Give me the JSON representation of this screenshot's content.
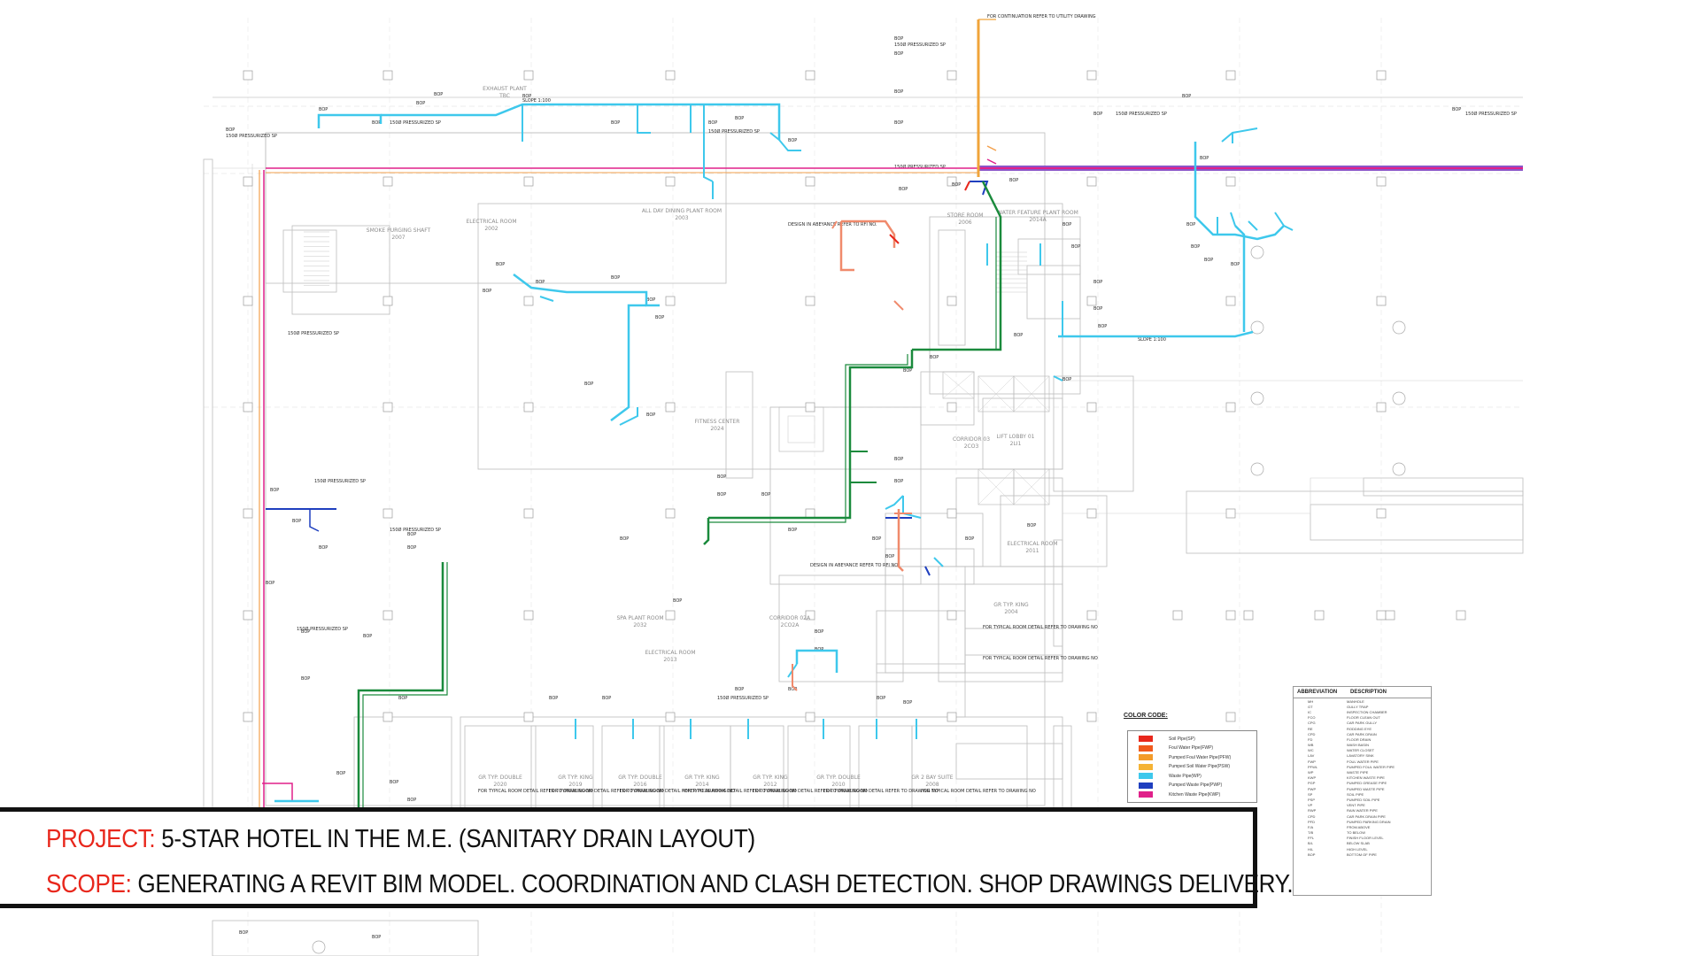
{
  "caption": {
    "project_label": "PROJECT:",
    "project_value": "5-STAR HOTEL IN THE M.E. (SANITARY DRAIN LAYOUT)",
    "scope_label": "SCOPE:",
    "scope_value": "GENERATING A REVIT BIM MODEL. COORDINATION AND CLASH DETECTION. SHOP DRAWINGS DELIVERY."
  },
  "color_code": {
    "title": "COLOR CODE:",
    "items": [
      {
        "label": "Soil Pipe(SP)",
        "color": "#e8271c"
      },
      {
        "label": "Foul Water Pipe(FWP)",
        "color": "#f05a1e"
      },
      {
        "label": "Pumped Foul Water Pipe(PFW)",
        "color": "#f39b2a"
      },
      {
        "label": "Pumped Soil Water Pipe(PSW)",
        "color": "#f5b335"
      },
      {
        "label": "Waste Pipe(WP)",
        "color": "#3ec8ec"
      },
      {
        "label": "Pumped Waste Pipe(PWP)",
        "color": "#1f3fbf"
      },
      {
        "label": "Kitchen Waste Pipe(KWP)",
        "color": "#e0208a"
      }
    ]
  },
  "abbreviations": {
    "col_abbr": "ABBREVIATION",
    "col_desc": "DESCRIPTION",
    "rows": [
      {
        "abbr": "MH",
        "desc": "MANHOLE"
      },
      {
        "abbr": "GT",
        "desc": "GULLY TRAP"
      },
      {
        "abbr": "IC",
        "desc": "INSPECTION CHAMBER"
      },
      {
        "abbr": "FCO",
        "desc": "FLOOR CLEAN OUT"
      },
      {
        "abbr": "CPG",
        "desc": "CAR PARK GULLY"
      },
      {
        "abbr": "RE",
        "desc": "RODDING EYE"
      },
      {
        "abbr": "CPD",
        "desc": "CAR PARK DRAIN"
      },
      {
        "abbr": "FD",
        "desc": "FLOOR DRAIN"
      },
      {
        "abbr": "WB",
        "desc": "WASH BASIN"
      },
      {
        "abbr": "WC",
        "desc": "WATER CLOSET"
      },
      {
        "abbr": "LAV",
        "desc": "LAVATORY SINK"
      },
      {
        "abbr": "FWP",
        "desc": "FOUL WATER PIPE"
      },
      {
        "abbr": "PFWL",
        "desc": "PUMPED FOUL WATER PIPE"
      },
      {
        "abbr": "WP",
        "desc": "WASTE PIPE"
      },
      {
        "abbr": "KWP",
        "desc": "KITCHEN WASTE PIPE"
      },
      {
        "abbr": "PGP",
        "desc": "PUMPED GREASE PIPE"
      },
      {
        "abbr": "PWP",
        "desc": "PUMPED WASTE PIPE"
      },
      {
        "abbr": "SP",
        "desc": "SOIL PIPE"
      },
      {
        "abbr": "PSP",
        "desc": "PUMPED SOIL PIPE"
      },
      {
        "abbr": "VP",
        "desc": "VENT PIPE"
      },
      {
        "abbr": "RWP",
        "desc": "RAIN WATER PIPE"
      },
      {
        "abbr": "CPD",
        "desc": "CAR PARK DRAIN PIPE"
      },
      {
        "abbr": "PFD",
        "desc": "PUMPED PARKING DRAIN"
      },
      {
        "abbr": "F/A",
        "desc": "FROM ABOVE"
      },
      {
        "abbr": "T/B",
        "desc": "TO BELOW"
      },
      {
        "abbr": "FFL",
        "desc": "FINISH FLOOR LEVEL"
      },
      {
        "abbr": "B/L",
        "desc": "BELOW SLAB"
      },
      {
        "abbr": "H/L",
        "desc": "HIGH LEVEL"
      },
      {
        "abbr": "BOP",
        "desc": "BOTTOM OF PIPE"
      }
    ]
  },
  "rooms": [
    {
      "name": "EXHAUST PLANT",
      "num": "TBC"
    },
    {
      "name": "ELECTRICAL ROOM",
      "num": "2002"
    },
    {
      "name": "SMOKE PURGING SHAFT",
      "num": "2007"
    },
    {
      "name": "ALL DAY DINING PLANT ROOM",
      "num": "2003"
    },
    {
      "name": "FITNESS CENTER",
      "num": "2024"
    },
    {
      "name": "STORE ROOM",
      "num": "2006"
    },
    {
      "name": "WATER FEATURE PLANT ROOM",
      "num": "2014A"
    },
    {
      "name": "LIFT LOBBY 01",
      "num": "2LI1"
    },
    {
      "name": "CORRIDOR 03",
      "num": "2CO3"
    },
    {
      "name": "ELECTRICAL ROOM",
      "num": "2011"
    },
    {
      "name": "SPA PLANT ROOM",
      "num": "2032"
    },
    {
      "name": "CORRIDOR 02A",
      "num": "2CO2A"
    },
    {
      "name": "ELECTRICAL ROOM",
      "num": "2013"
    },
    {
      "name": "GR TYP. KING",
      "num": "2004"
    },
    {
      "name": "GR TYP. DOUBLE",
      "num": "2020"
    },
    {
      "name": "GR TYP. KING",
      "num": "2019"
    },
    {
      "name": "GR TYP. DOUBLE",
      "num": "2016"
    },
    {
      "name": "GR TYP. KING",
      "num": "2014"
    },
    {
      "name": "GR TYP. KING",
      "num": "2012"
    },
    {
      "name": "GR TYP. DOUBLE",
      "num": "2010"
    },
    {
      "name": "GR 2 BAY SUITE",
      "num": "2008"
    }
  ],
  "notes": {
    "connection": "FOR CONTINUATION REFER TO UTILITY DRAWING",
    "design_abeyance": "DESIGN IN ABEYANCE REFER TO RFI NO.",
    "typical_room": "FOR TYPICAL ROOM DETAIL REFER TO DRAWING NO",
    "slope": "SLOPE 1:100",
    "bop": "BOP",
    "pressurized": "150Ø PRESSURIZED SP"
  }
}
